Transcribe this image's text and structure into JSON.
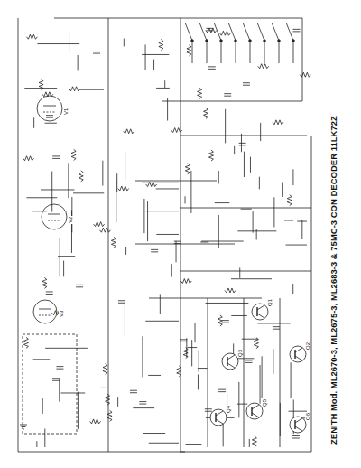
{
  "diagram": {
    "title": "ZENITH Mod. ML2670-3, ML2675-3, ML2683-3 & 75MC-3 CON DECODER 11LK72Z",
    "labels": [
      "Q1",
      "Q2",
      "Q3",
      "Q4",
      "Q5",
      "Q6",
      "V1",
      "V2",
      "V3"
    ]
  }
}
